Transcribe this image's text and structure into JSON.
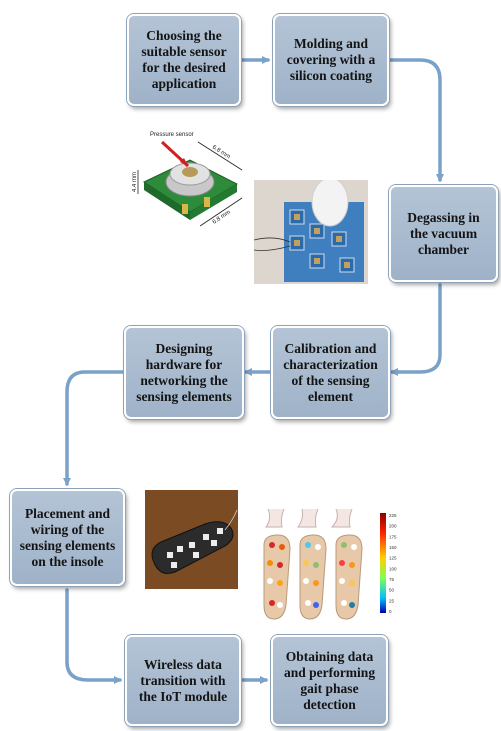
{
  "steps": {
    "choose_sensor": "Choosing the suitable sensor for the desired application",
    "molding": "Molding and covering with a silicon coating",
    "degassing": "Degassing in the vacuum chamber",
    "calibration": "Calibration and characterization of the sensing element",
    "hardware": "Designing hardware for networking the sensing elements",
    "placement": "Placement and wiring of the sensing elements on the insole",
    "wireless": "Wireless data transition with the IoT module",
    "obtaining": "Obtaining data and performing gait phase detection"
  },
  "sensor_photo": {
    "pressure_label": "Pressure sensor",
    "dim_width": "6.8 mm",
    "dim_depth": "6.8 mm",
    "dim_height": "4.4 mm"
  },
  "colorbar": {
    "ticks": [
      "225",
      "200",
      "175",
      "150",
      "125",
      "100",
      "75",
      "50",
      "25",
      "0"
    ]
  },
  "colors": {
    "box_fill": "#a9bbcf",
    "arrow": "#7aa1c7"
  }
}
